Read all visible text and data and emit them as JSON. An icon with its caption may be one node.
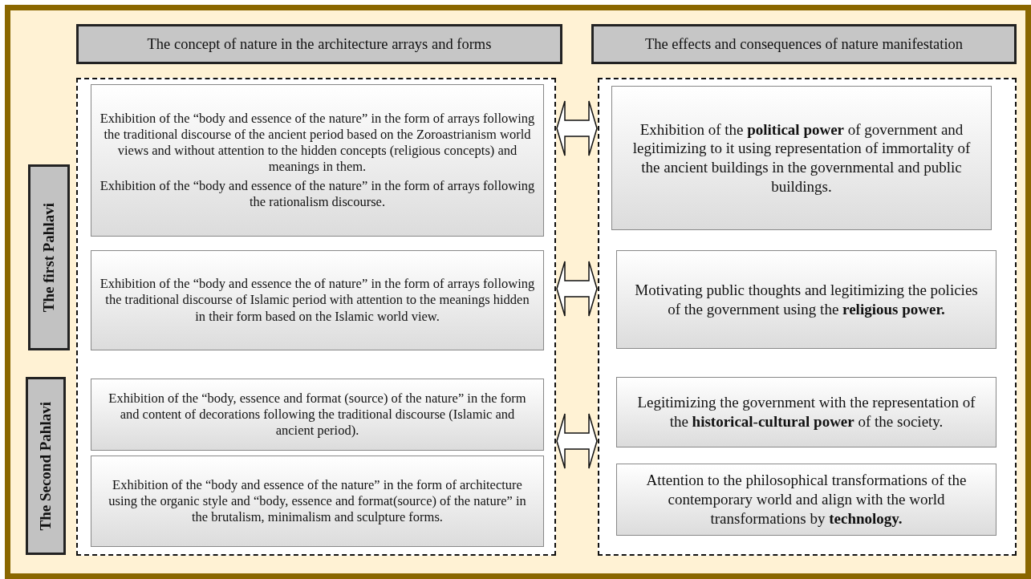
{
  "diagram": {
    "nodes": [
      {
        "text": [
          "The concept of nature in the architecture arrays and forms"
        ]
      },
      {
        "text": [
          "The effects and consequences of nature manifestation"
        ]
      },
      {
        "text": [
          "The first Pahlavi"
        ]
      },
      {
        "text": [
          "The Second Pahlavi"
        ]
      },
      {
        "text": [],
        "shape": "box"
      },
      {
        "text": [
          "Exhibition of the “body and essence of the nature” in the form of arrays following the traditional discourse of the ancient period based on the Zoroastrianism world views and without attention to the hidden concepts (religious concepts) and meanings in them.",
          "Exhibition of the “body and essence of the nature” in the form of arrays following the rationalism discourse."
        ],
        "in": 4
      },
      {
        "text": [
          "Exhibition of the “body and essence the of nature” in the form of arrays following the traditional discourse of Islamic period with attention to the meanings hidden in their form based on the Islamic world view."
        ],
        "in": 4
      },
      {
        "text": [
          "Exhibition of the “body, essence and format (source) of the nature” in the form and content of decorations following the traditional discourse (Islamic and ancient period)."
        ],
        "in": 4
      },
      {
        "text": [
          "Exhibition of the “body and essence of the nature” in the form of architecture using the organic style and “body, essence and format(source) of the nature” in the brutalism, minimalism and sculpture forms."
        ],
        "in": 4
      },
      {
        "text": [],
        "shape": "box"
      },
      {
        "text": [
          "Exhibition of the **political power** of government and legitimizing to it using representation of immortality of the ancient buildings in the governmental and public buildings."
        ],
        "in": 9
      },
      {
        "text": [
          "Motivating public thoughts and legitimizing the policies of the government using the **religious power.**"
        ],
        "in": 9
      },
      {
        "text": [
          "Legitimizing the government with the representation of the **historical**-**cultural power** of the society."
        ],
        "in": 9
      },
      {
        "text": [
          "Attention to the philosophical transformations of the contemporary world and align with the world transformations by **technology.**"
        ],
        "in": 9
      }
    ],
    "edges": [
      {
        "from": 4,
        "to": 9,
        "arrow": "both"
      },
      {
        "from": 4,
        "to": 9,
        "arrow": "both"
      },
      {
        "from": 4,
        "to": 9,
        "arrow": "both"
      }
    ]
  }
}
